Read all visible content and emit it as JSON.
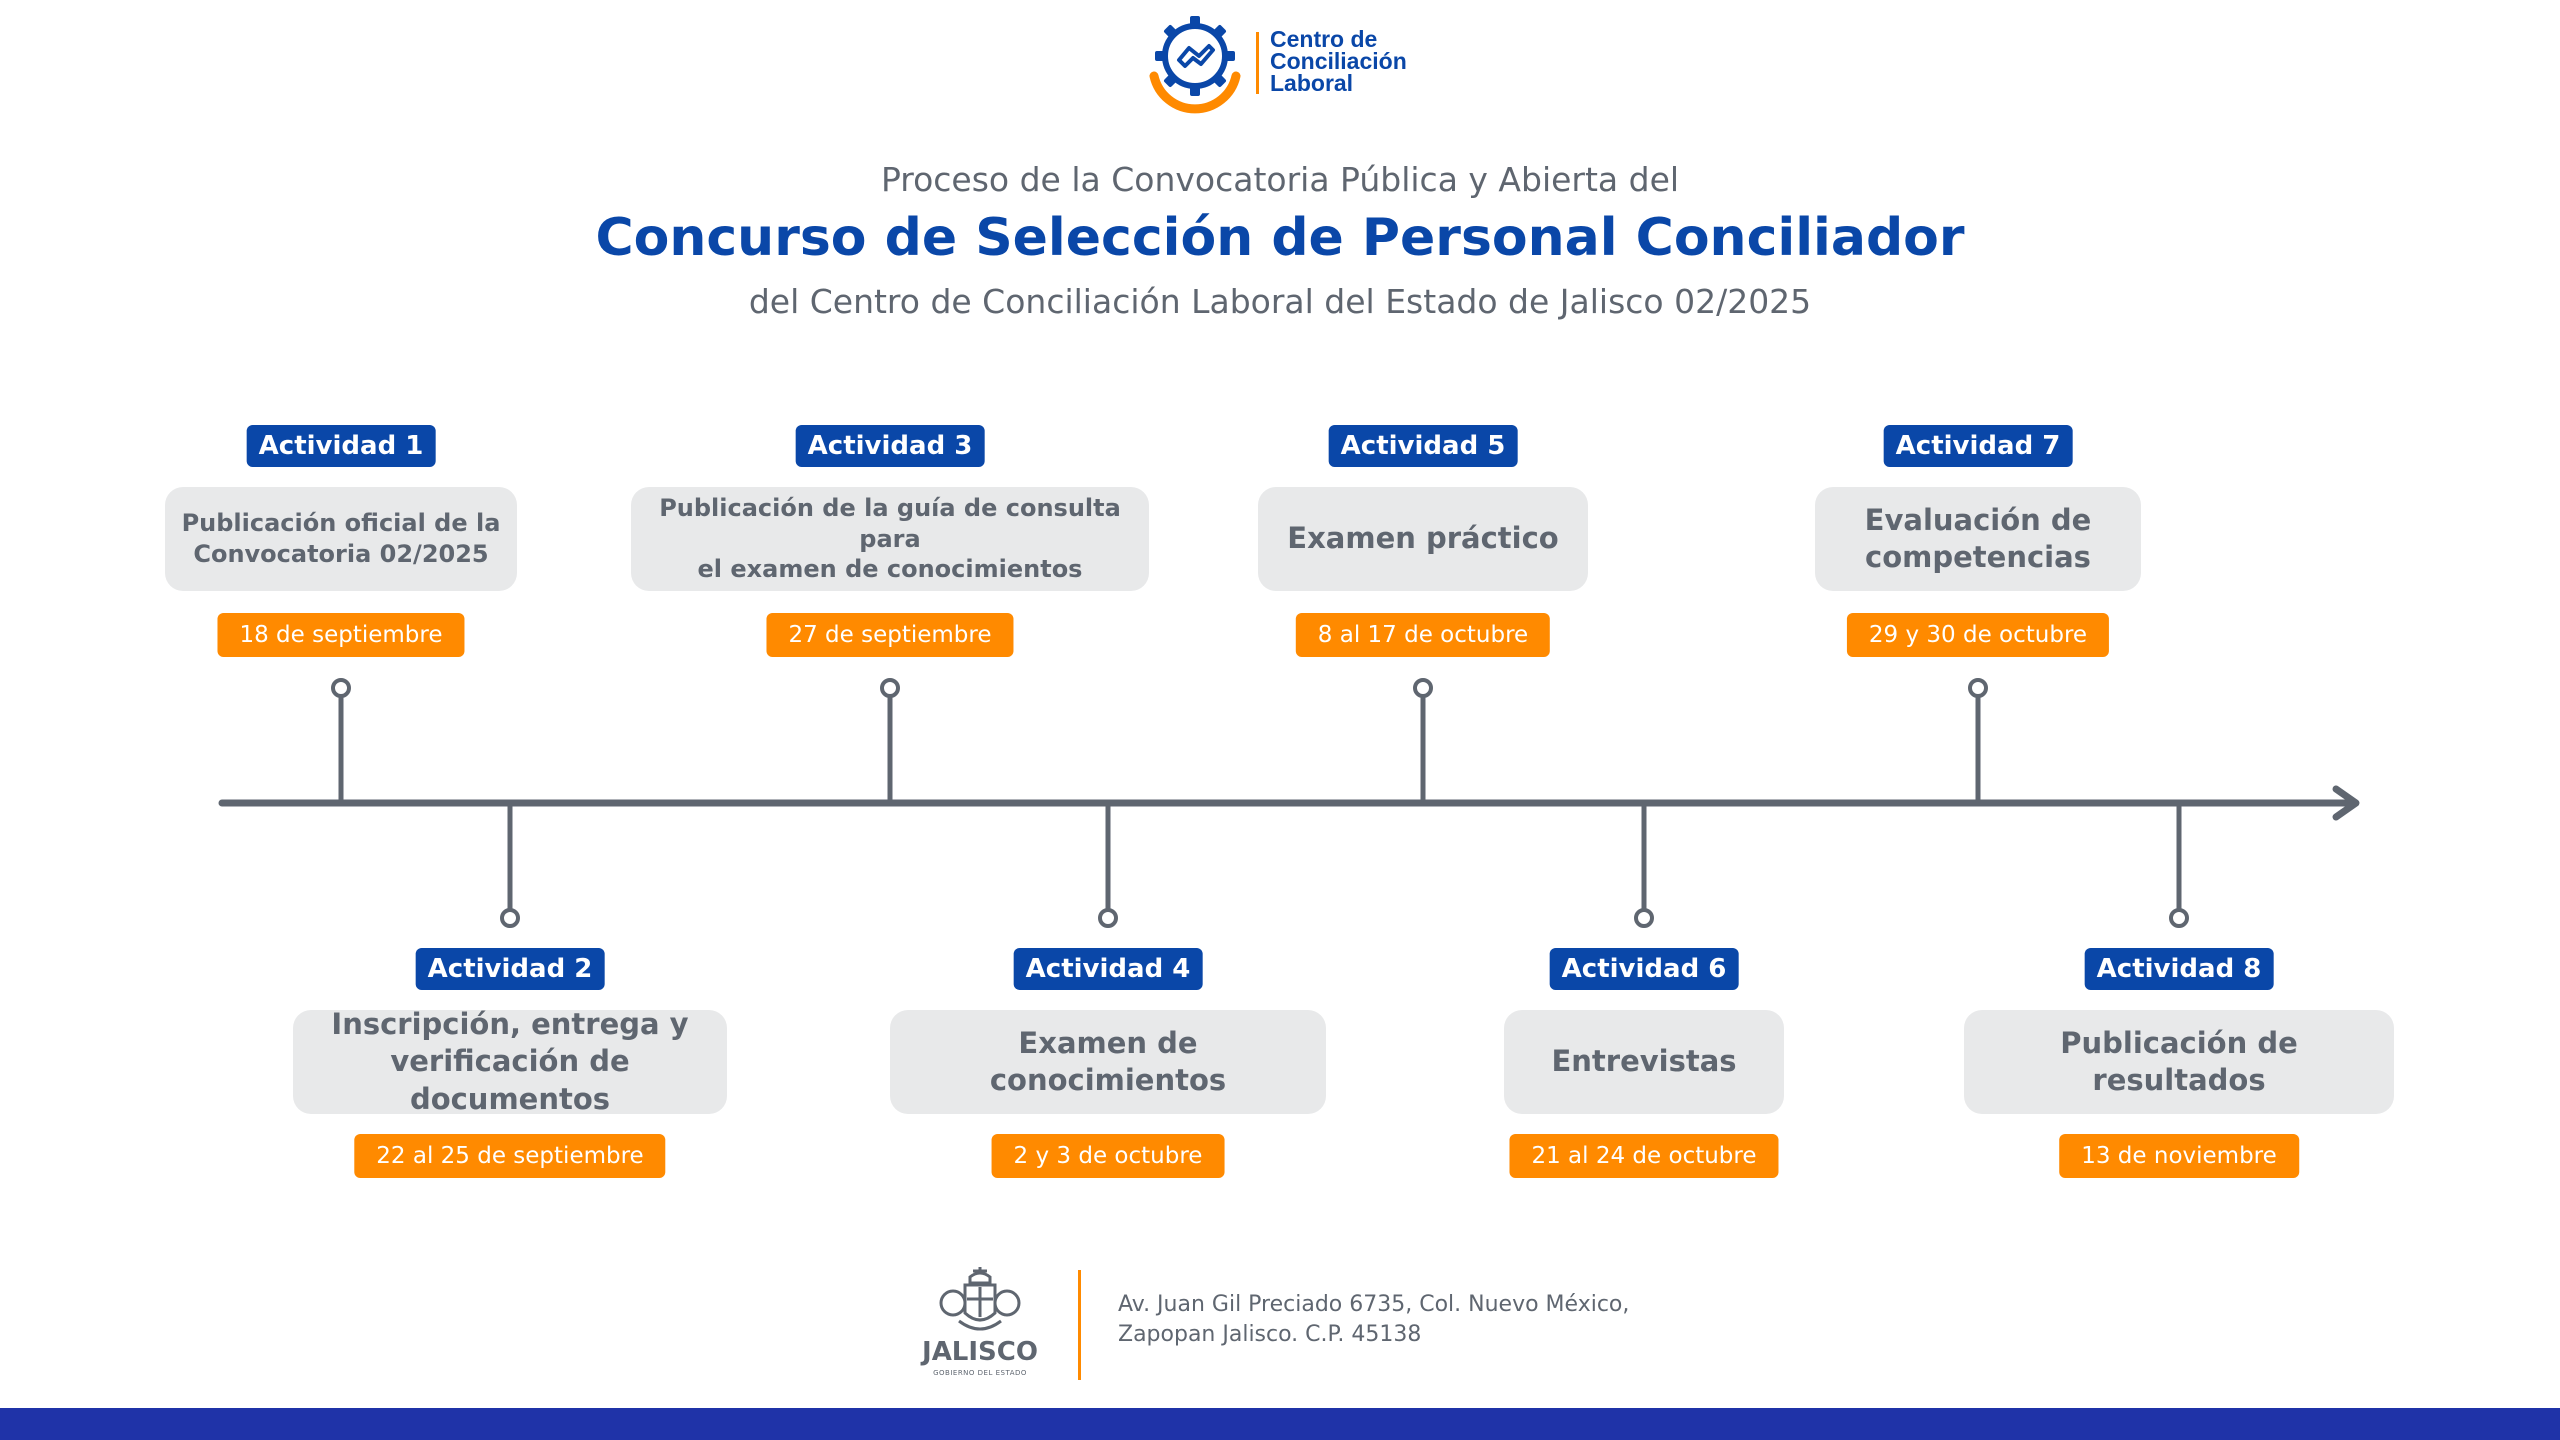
{
  "header": {
    "logo_lines": [
      "Centro de",
      "Conciliación",
      "Laboral"
    ],
    "title_pre": "Proceso de la Convocatoria Pública y Abierta del",
    "title_main": "Concurso de Selección de Personal Conciliador",
    "title_post": "del Centro de Conciliación Laboral del Estado de Jalisco 02/2025"
  },
  "activities": [
    {
      "badge": "Actividad 1",
      "lines": [
        "Publicación oficial de la",
        "Convocatoria 02/2025"
      ],
      "date": "18 de septiembre"
    },
    {
      "badge": "Actividad 2",
      "lines": [
        "Inscripción,  entrega y",
        "verificación de documentos"
      ],
      "date": "22 al 25 de septiembre"
    },
    {
      "badge": "Actividad 3",
      "lines": [
        "Publicación de la guía de consulta para",
        "el examen de conocimientos"
      ],
      "date": "27 de septiembre"
    },
    {
      "badge": "Actividad 4",
      "lines": [
        "Examen de conocimientos"
      ],
      "date": "2 y 3 de octubre"
    },
    {
      "badge": "Actividad 5",
      "lines": [
        "Examen práctico"
      ],
      "date": "8 al 17 de octubre"
    },
    {
      "badge": "Actividad 6",
      "lines": [
        "Entrevistas"
      ],
      "date": "21 al 24 de octubre"
    },
    {
      "badge": "Actividad 7",
      "lines": [
        "Evaluación de",
        "competencias"
      ],
      "date": "29 y 30 de octubre"
    },
    {
      "badge": "Actividad 8",
      "lines": [
        "Publicación de resultados"
      ],
      "date": "13 de noviembre"
    }
  ],
  "footer": {
    "seal_name": "JALISCO",
    "seal_sub": "GOBIERNO DEL ESTADO",
    "address_lines": [
      "Av. Juan Gil Preciado 6735, Col. Nuevo México,",
      "Zapopan Jalisco. C.P. 45138"
    ]
  },
  "colors": {
    "brand_blue": "#0a47a8",
    "accent_orange": "#ff8a00",
    "card_gray": "#e8e9ea",
    "text_gray": "#5f6670",
    "bar_blue": "#1f33a8"
  }
}
